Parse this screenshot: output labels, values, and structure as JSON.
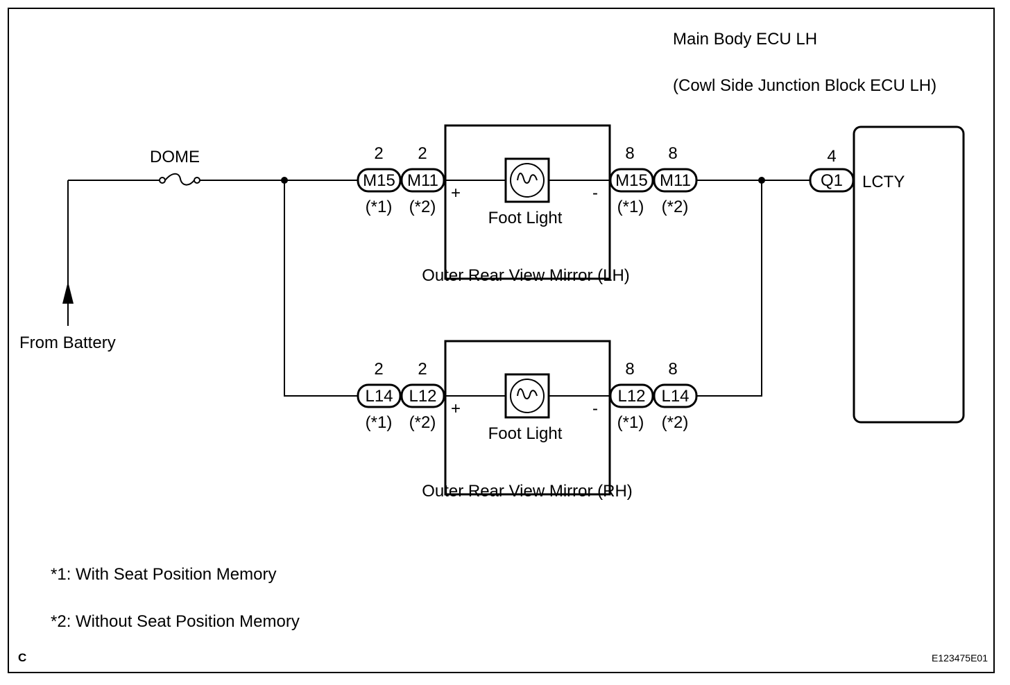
{
  "ecu": {
    "title": "Main Body ECU LH",
    "subtitle": "(Cowl Side Junction Block ECU LH)",
    "terminal_label": "LCTY",
    "connector": "Q1",
    "pin": "4"
  },
  "fuse": {
    "label": "DOME"
  },
  "source": {
    "label": "From Battery"
  },
  "mirror_lh": {
    "caption": "Outer Rear View Mirror (LH)",
    "lamp": "Foot Light",
    "plus": "+",
    "minus": "-",
    "in_connectors": [
      {
        "code": "M15",
        "pin": "2",
        "note": "(*1)"
      },
      {
        "code": "M11",
        "pin": "2",
        "note": "(*2)"
      }
    ],
    "out_connectors": [
      {
        "code": "M15",
        "pin": "8",
        "note": "(*1)"
      },
      {
        "code": "M11",
        "pin": "8",
        "note": "(*2)"
      }
    ]
  },
  "mirror_rh": {
    "caption": "Outer Rear View Mirror (RH)",
    "lamp": "Foot Light",
    "plus": "+",
    "minus": "-",
    "in_connectors": [
      {
        "code": "L14",
        "pin": "2",
        "note": "(*1)"
      },
      {
        "code": "L12",
        "pin": "2",
        "note": "(*2)"
      }
    ],
    "out_connectors": [
      {
        "code": "L12",
        "pin": "8",
        "note": "(*1)"
      },
      {
        "code": "L14",
        "pin": "8",
        "note": "(*2)"
      }
    ]
  },
  "notes": [
    "*1: With Seat Position Memory",
    "*2: Without Seat Position Memory"
  ],
  "corner": {
    "left": "C",
    "right": "E123475E01"
  }
}
